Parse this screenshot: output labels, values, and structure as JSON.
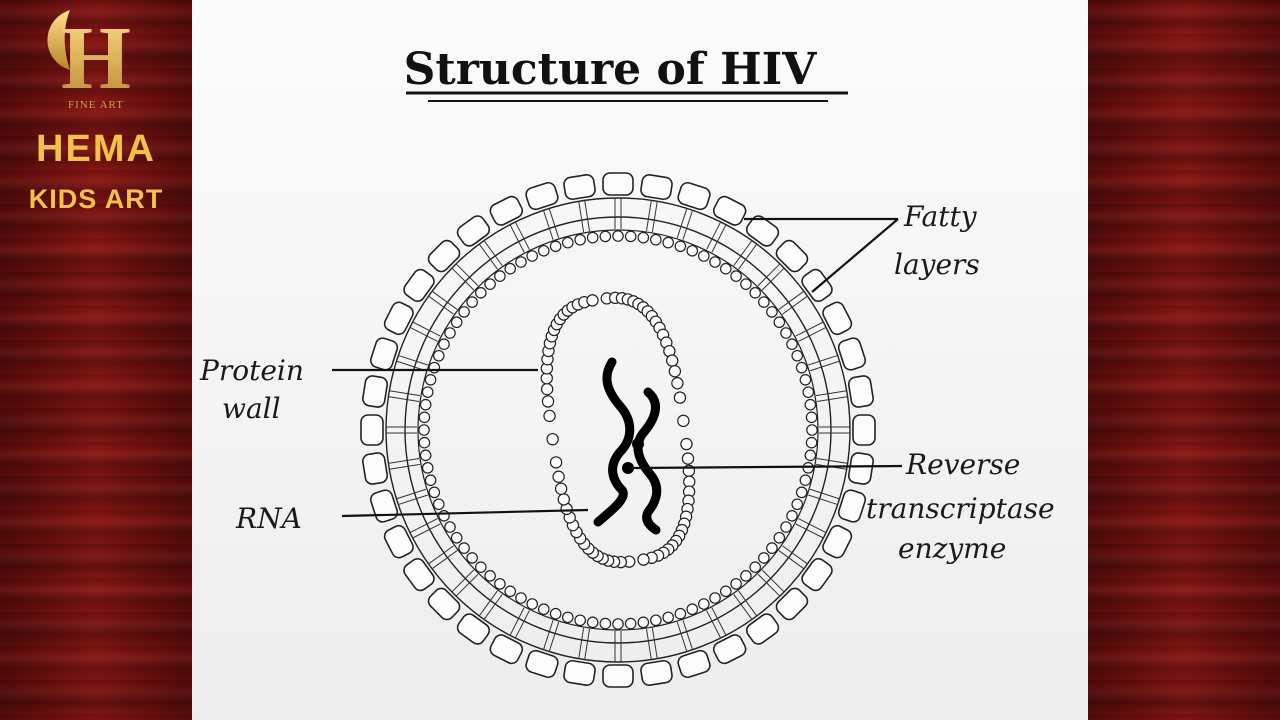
{
  "brand": {
    "monogram": "H",
    "fine_art": "FINE ART",
    "name": "HEMA",
    "subtitle": "KIDS ART"
  },
  "diagram": {
    "title": "Structure of HIV",
    "labels": {
      "fatty_1": "Fatty",
      "fatty_2": "layers",
      "protein_1": "Protein",
      "protein_2": "wall",
      "rna": "RNA",
      "reverse_1": "Reverse",
      "reverse_2": "transcriptase",
      "reverse_3": "enzyme"
    }
  },
  "colors": {
    "gold": "#f2c14a",
    "wood": "#7a1411",
    "ink": "#1a1a1a"
  }
}
